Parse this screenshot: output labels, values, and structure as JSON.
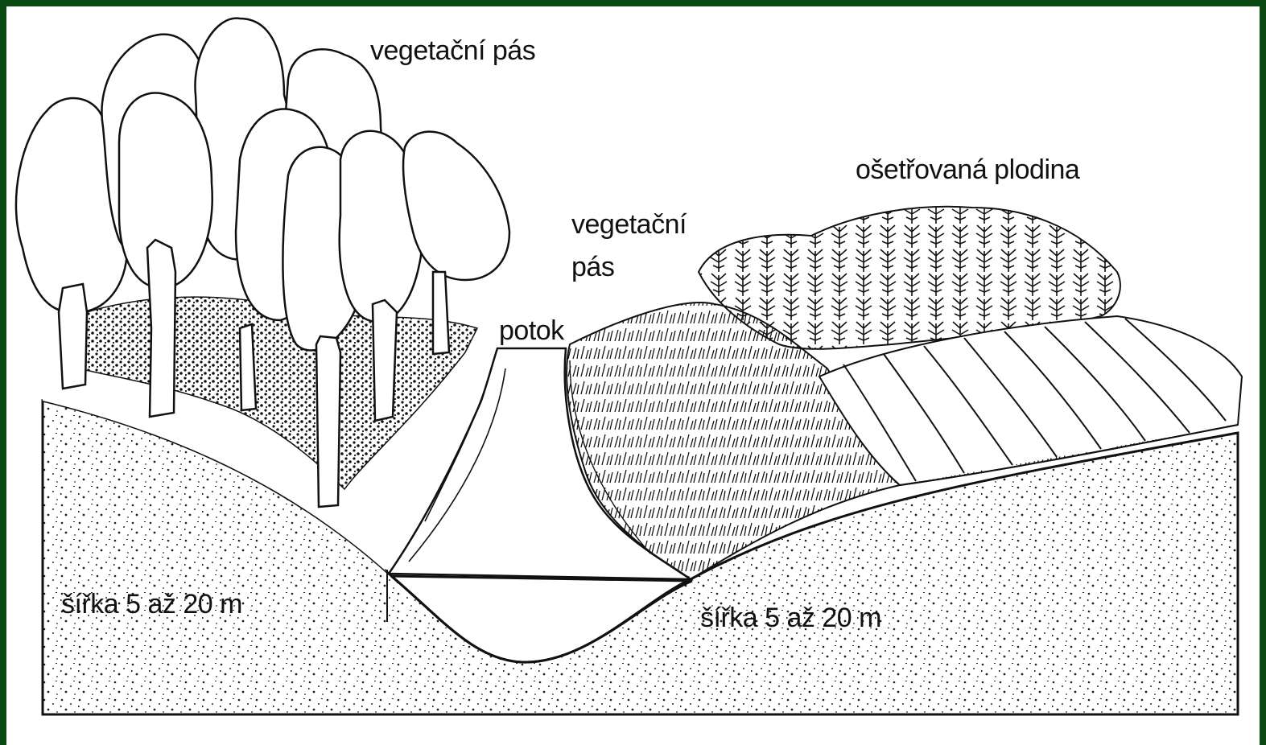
{
  "labels": {
    "vegetation_strip_left": "vegetační pás",
    "treated_crop": "ošetřovaná plodina",
    "vegetation_strip_right_line1": "vegetační",
    "vegetation_strip_right_line2": "pás",
    "stream": "potok",
    "width_left": "šířka 5 až 20 m",
    "width_right": "šířka 5 až 20 m"
  },
  "colors": {
    "frame_border": "#0b4a12",
    "background": "#ffffff",
    "ink": "#111111"
  }
}
